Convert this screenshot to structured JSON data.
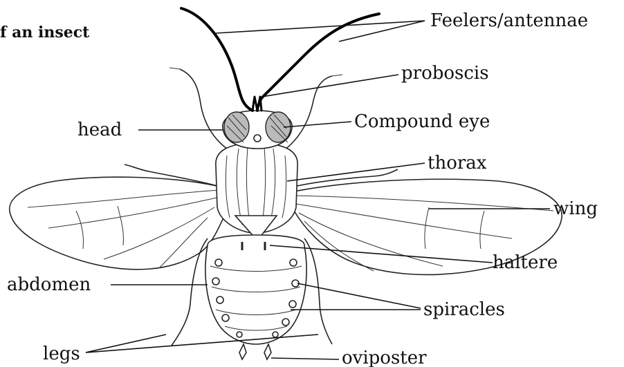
{
  "title": "f an insect",
  "labels": {
    "antennae": "Feelers/antennae",
    "proboscis": "proboscis",
    "head": "head",
    "compound_eye": "Compound eye",
    "thorax": "thorax",
    "wing": "wing",
    "haltere": "haltere",
    "abdomen": "abdomen",
    "spiracles": "spiracles",
    "legs": "legs",
    "oviposter": "oviposter"
  }
}
